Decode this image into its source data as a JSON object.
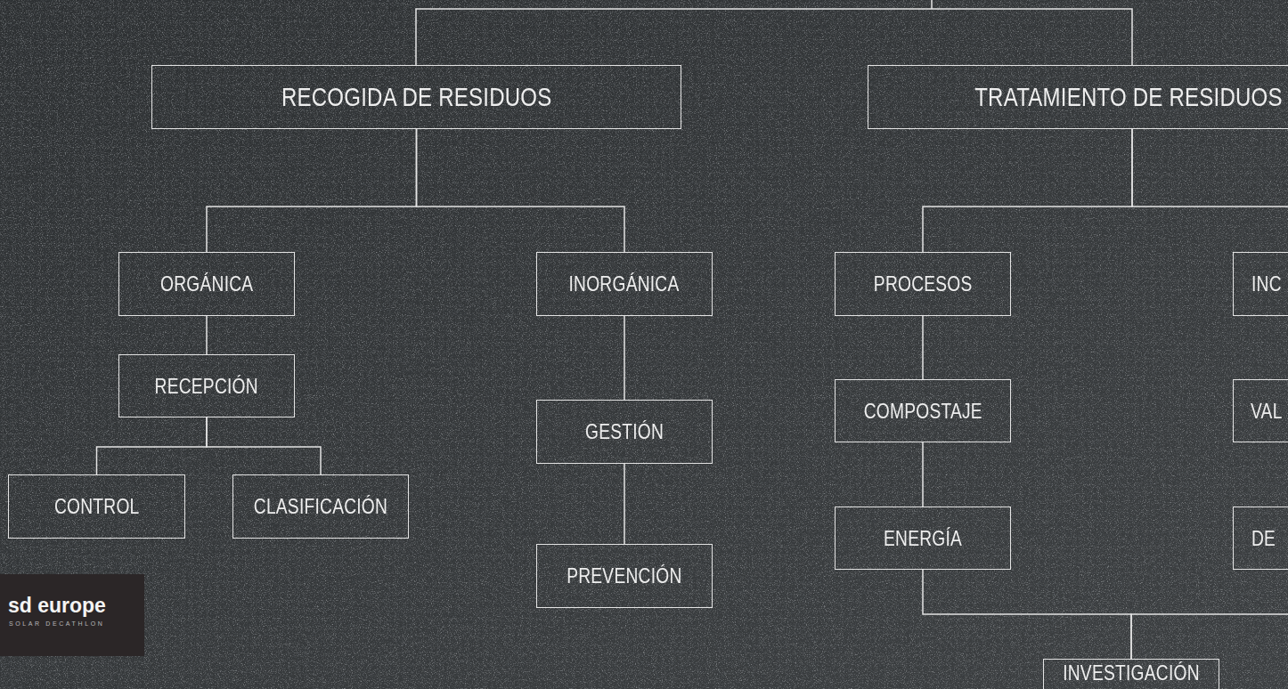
{
  "diagram": {
    "nodes": [
      {
        "text": [
          "RECOGIDA DE RESIDUOS"
        ]
      },
      {
        "text": [
          "TRATAMIENTO DE RESIDUOS"
        ]
      },
      {
        "text": [
          "ORGÁNICA"
        ]
      },
      {
        "text": [
          "RECEPCIÓN"
        ]
      },
      {
        "text": [
          "CONTROL"
        ]
      },
      {
        "text": [
          "CLASIFICACIÓN"
        ]
      },
      {
        "text": [
          "INORGÁNICA"
        ]
      },
      {
        "text": [
          "GESTIÓN"
        ]
      },
      {
        "text": [
          "PREVENCIÓN"
        ]
      },
      {
        "text": [
          "PROCESOS"
        ]
      },
      {
        "text": [
          "COMPOSTAJE"
        ]
      },
      {
        "text": [
          "ENERGÍA"
        ]
      },
      {
        "text": [
          "INVESTIGACIÓN"
        ]
      },
      {
        "text": [
          "INC"
        ]
      },
      {
        "text": [
          "VAL"
        ]
      },
      {
        "text": [
          "DE"
        ]
      }
    ],
    "edges": [
      {
        "from": 0,
        "to": 2,
        "arrow": "none"
      },
      {
        "from": 0,
        "to": 6,
        "arrow": "none"
      },
      {
        "from": 2,
        "to": 3,
        "arrow": "none"
      },
      {
        "from": 3,
        "to": 4,
        "arrow": "none"
      },
      {
        "from": 3,
        "to": 5,
        "arrow": "none"
      },
      {
        "from": 6,
        "to": 7,
        "arrow": "none"
      },
      {
        "from": 7,
        "to": 8,
        "arrow": "none"
      },
      {
        "from": 1,
        "to": 9,
        "arrow": "none"
      },
      {
        "from": 1,
        "to": 13,
        "arrow": "none"
      },
      {
        "from": 9,
        "to": 10,
        "arrow": "none"
      },
      {
        "from": 10,
        "to": 11,
        "arrow": "none"
      },
      {
        "from": 11,
        "to": 12,
        "arrow": "none"
      },
      {
        "from": 15,
        "to": 12,
        "arrow": "none"
      }
    ],
    "labels": [
      "sd europe",
      "SOLAR DECATHLON"
    ]
  }
}
